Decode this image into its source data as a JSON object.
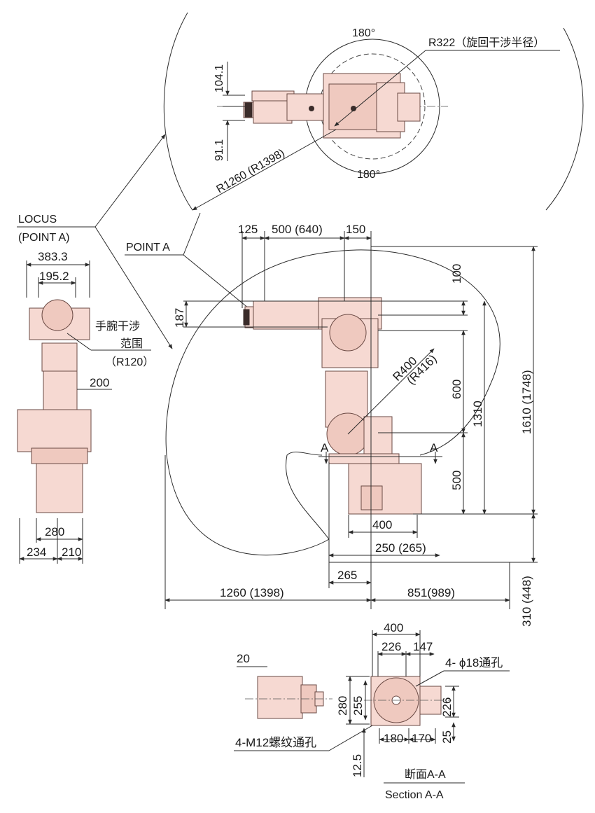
{
  "labels": {
    "r322": "R322（旋回干涉半径）",
    "angle_top": "180°",
    "angle_bottom": "180°",
    "dim_104": "104.1",
    "dim_91": "91.1",
    "r1260": "R1260 (R1398)",
    "locus": "LOCUS",
    "locus_sub": "(POINT A)",
    "point_a": "POINT A",
    "dim_125": "125",
    "dim_500_640": "500 (640)",
    "dim_150": "150",
    "dim_100": "100",
    "dim_187": "187",
    "r400": "R400",
    "r416": "(R416)",
    "dim_600": "600",
    "dim_1310": "1310",
    "dim_1610": "1610 (1748)",
    "section_mark_left": "A",
    "section_mark_right": "A",
    "dim_500_v": "500",
    "dim_400_base": "400",
    "dim_250": "250 (265)",
    "dim_265": "265",
    "dim_1260": "1260 (1398)",
    "dim_851": "851(989)",
    "dim_310": "310 (448)",
    "dim_383": "383.3",
    "dim_195": "195.2",
    "wrist_range_1": "手腕干涉",
    "wrist_range_2": "范围",
    "wrist_range_3": "（R120）",
    "dim_200": "200",
    "dim_280_side": "280",
    "dim_234": "234",
    "dim_210": "210",
    "sec_400": "400",
    "sec_226": "226",
    "sec_147": "147",
    "sec_hole": "4- ϕ18通孔",
    "sec_20": "20",
    "sec_280": "280",
    "sec_255": "255",
    "sec_226v": "226",
    "sec_180": "180",
    "sec_170": "170",
    "sec_25": "25",
    "sec_m12": "4-M12螺纹通孔",
    "sec_12_5": "12.5",
    "section_cn": "断面A-A",
    "section_en": "Section A-A"
  },
  "colors": {
    "robot_body": "#f6d9d2",
    "robot_shade": "#efc9bf",
    "line": "#2a2a2a"
  }
}
